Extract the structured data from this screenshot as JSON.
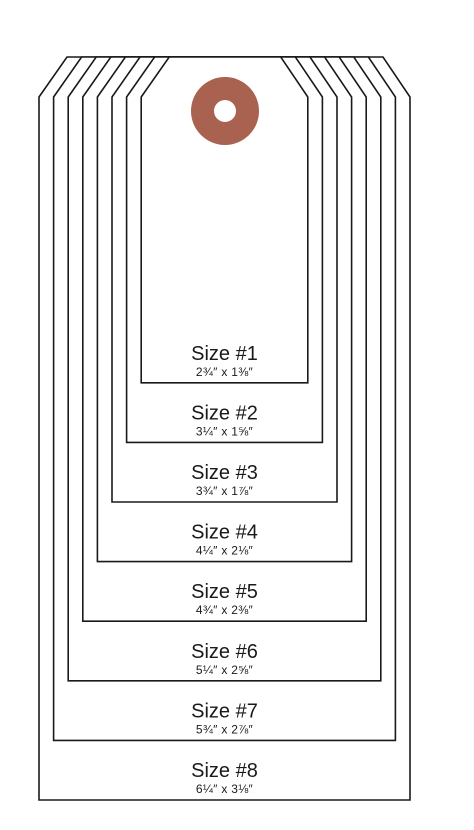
{
  "accent_color": "#a8624f",
  "tags": [
    {
      "label": "Size #8",
      "dims": "6¼″ x 3⅛″"
    },
    {
      "label": "Size #7",
      "dims": "5¾″ x 2⅞″"
    },
    {
      "label": "Size #6",
      "dims": "5¼″ x 2⅝″"
    },
    {
      "label": "Size #5",
      "dims": "4¾″ x 2⅜″"
    },
    {
      "label": "Size #4",
      "dims": "4¼″ x 2⅛″"
    },
    {
      "label": "Size #3",
      "dims": "3¾″ x 1⅞″"
    },
    {
      "label": "Size #2",
      "dims": "3¼″ x 1⅝″"
    },
    {
      "label": "Size #1",
      "dims": "2¾″ x 1⅜″"
    }
  ]
}
